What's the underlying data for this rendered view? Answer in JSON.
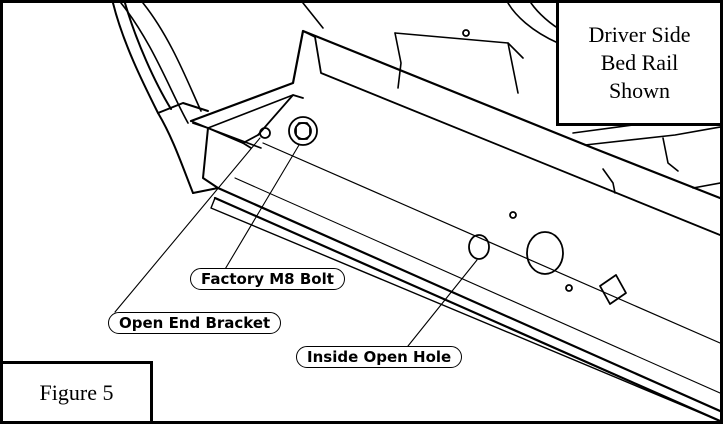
{
  "note": {
    "lines": [
      "Driver Side",
      "Bed Rail",
      "Shown"
    ]
  },
  "figure_label": "Figure 5",
  "callouts": {
    "bolt": "Factory M8 Bolt",
    "bracket": "Open End Bracket",
    "hole": "Inside Open Hole"
  },
  "colors": {
    "line": "#000000",
    "background": "#ffffff"
  }
}
